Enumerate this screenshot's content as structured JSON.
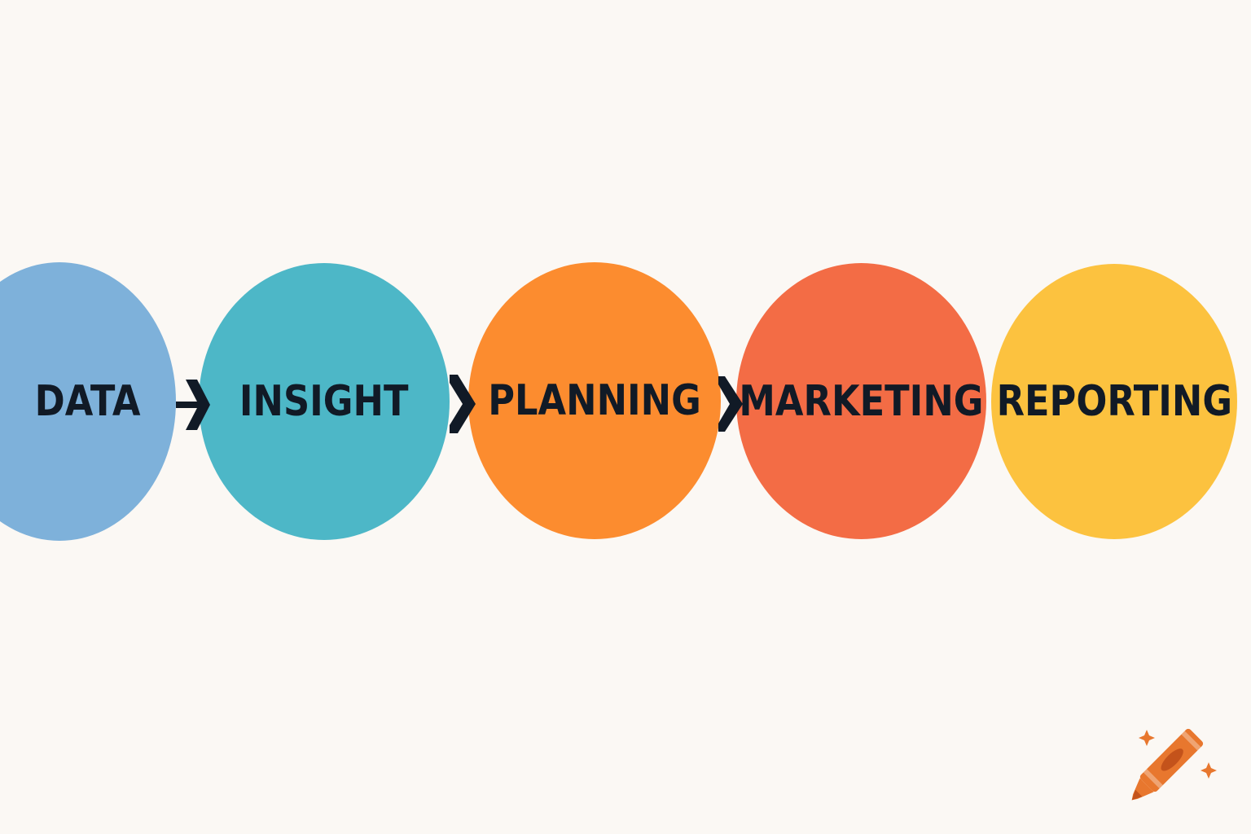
{
  "diagram": {
    "steps": [
      {
        "label": "DATA",
        "color": "#7eb1da"
      },
      {
        "label": "INSIGHT",
        "color": "#4db7c7"
      },
      {
        "label": "PLANNING",
        "color": "#fc8c2f"
      },
      {
        "label": "MARKETING",
        "color": "#f36c45"
      },
      {
        "label": "REPORTING",
        "color": "#fcc23f"
      }
    ],
    "text_color": "#111a26",
    "arrow_color": "#111a26",
    "background": "#fbf8f4"
  },
  "logo": {
    "icon": "crayon-icon",
    "color": "#e8772e"
  }
}
